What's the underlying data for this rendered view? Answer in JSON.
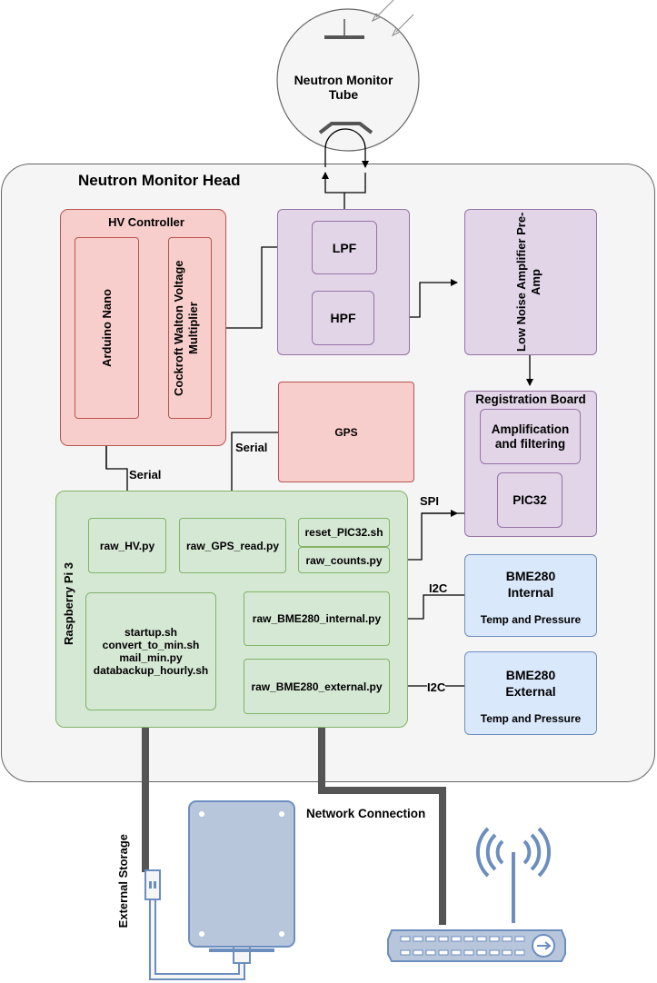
{
  "tube": {
    "title": "Neutron Monitor Tube"
  },
  "head": {
    "title": "Neutron Monitor Head"
  },
  "hv_controller": {
    "title": "HV Controller",
    "arduino": "Arduino Nano",
    "multiplier": "Cockroft Walton Voltage Multiplier"
  },
  "filters": {
    "lpf": "LPF",
    "hpf": "HPF"
  },
  "amplifier": {
    "label": "Low Noise Amplifier Pre-Amp"
  },
  "gps": {
    "label": "GPS"
  },
  "registration": {
    "title": "Registration Board",
    "amp": "Amplification and filtering",
    "pic": "PIC32"
  },
  "rpi": {
    "title": "Raspberry Pi 3",
    "raw_hv": "raw_HV.py",
    "raw_gps": "raw_GPS_read.py",
    "reset_pic": "reset_PIC32.sh",
    "raw_counts": "raw_counts.py",
    "scripts": [
      "startup.sh",
      "convert_to_min.sh",
      "mail_min.py",
      "databackup_hourly.sh"
    ],
    "bme_internal": "raw_BME280_internal.py",
    "bme_external": "raw_BME280_external.py"
  },
  "bme_internal": {
    "name": "BME280",
    "sub": "Internal",
    "desc": "Temp and Pressure"
  },
  "bme_external": {
    "name": "BME280",
    "sub": "External",
    "desc": "Temp and Pressure"
  },
  "labels": {
    "serial1": "Serial",
    "serial2": "Serial",
    "spi": "SPI",
    "i2c1": "I2C",
    "i2c2": "I2C",
    "network": "Network Connection",
    "storage": "External Storage"
  }
}
